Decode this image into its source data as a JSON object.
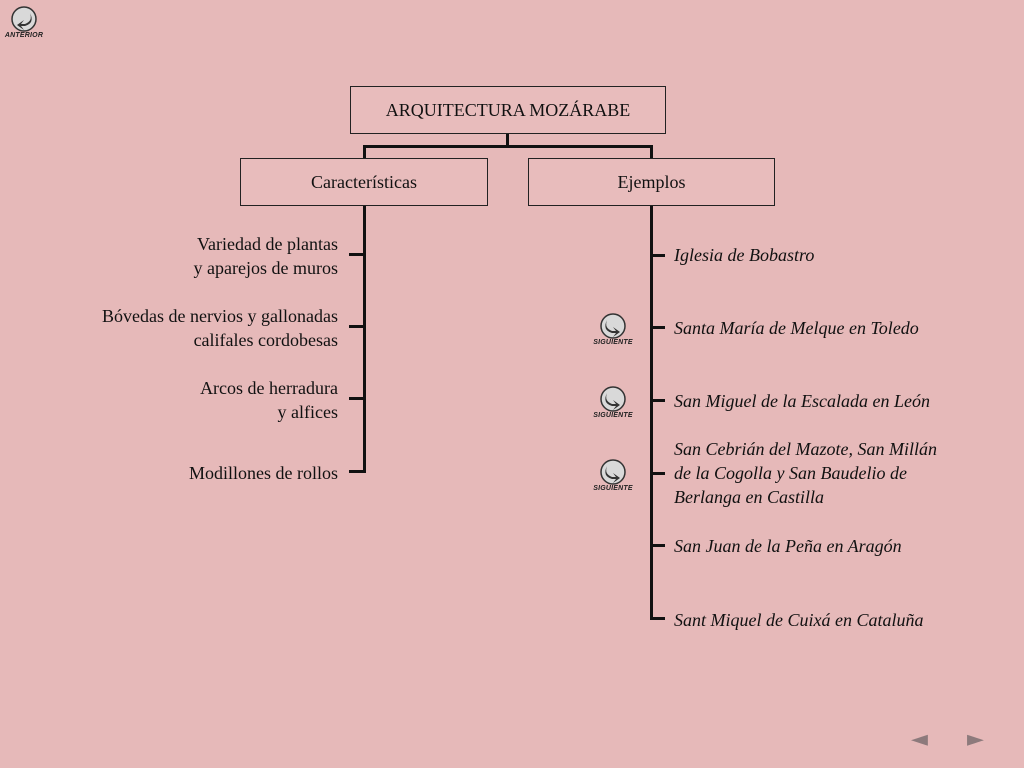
{
  "nav": {
    "anterior_label": "ANTERIOR",
    "siguiente_label": "SIGUIENTE",
    "prev_arrow": "◄",
    "next_arrow": "►"
  },
  "diagram": {
    "root": "ARQUITECTURA MOZÁRABE",
    "branches": {
      "caracteristicas": {
        "label": "Características",
        "items": [
          [
            "Variedad de plantas",
            "y aparejos de muros"
          ],
          [
            "Bóvedas de nervios y gallonadas",
            "califales cordobesas"
          ],
          [
            "Arcos de herradura",
            "y alfices"
          ],
          [
            "Modillones de rollos"
          ]
        ]
      },
      "ejemplos": {
        "label": "Ejemplos",
        "items": [
          [
            "Iglesia de Bobastro"
          ],
          [
            "Santa María de Melque en Toledo"
          ],
          [
            "San Miguel de la Escalada en León"
          ],
          [
            "San Cebrián del Mazote, San Millán",
            "de la Cogolla y San Baudelio de",
            "Berlanga en Castilla"
          ],
          [
            "San Juan de la Peña en Aragón"
          ],
          [
            "Sant Miquel de Cuixá en Cataluña"
          ]
        ]
      }
    }
  },
  "colors": {
    "background": "#e6b9b9",
    "lines": "#111111",
    "arrows": "#8d7a7c"
  }
}
